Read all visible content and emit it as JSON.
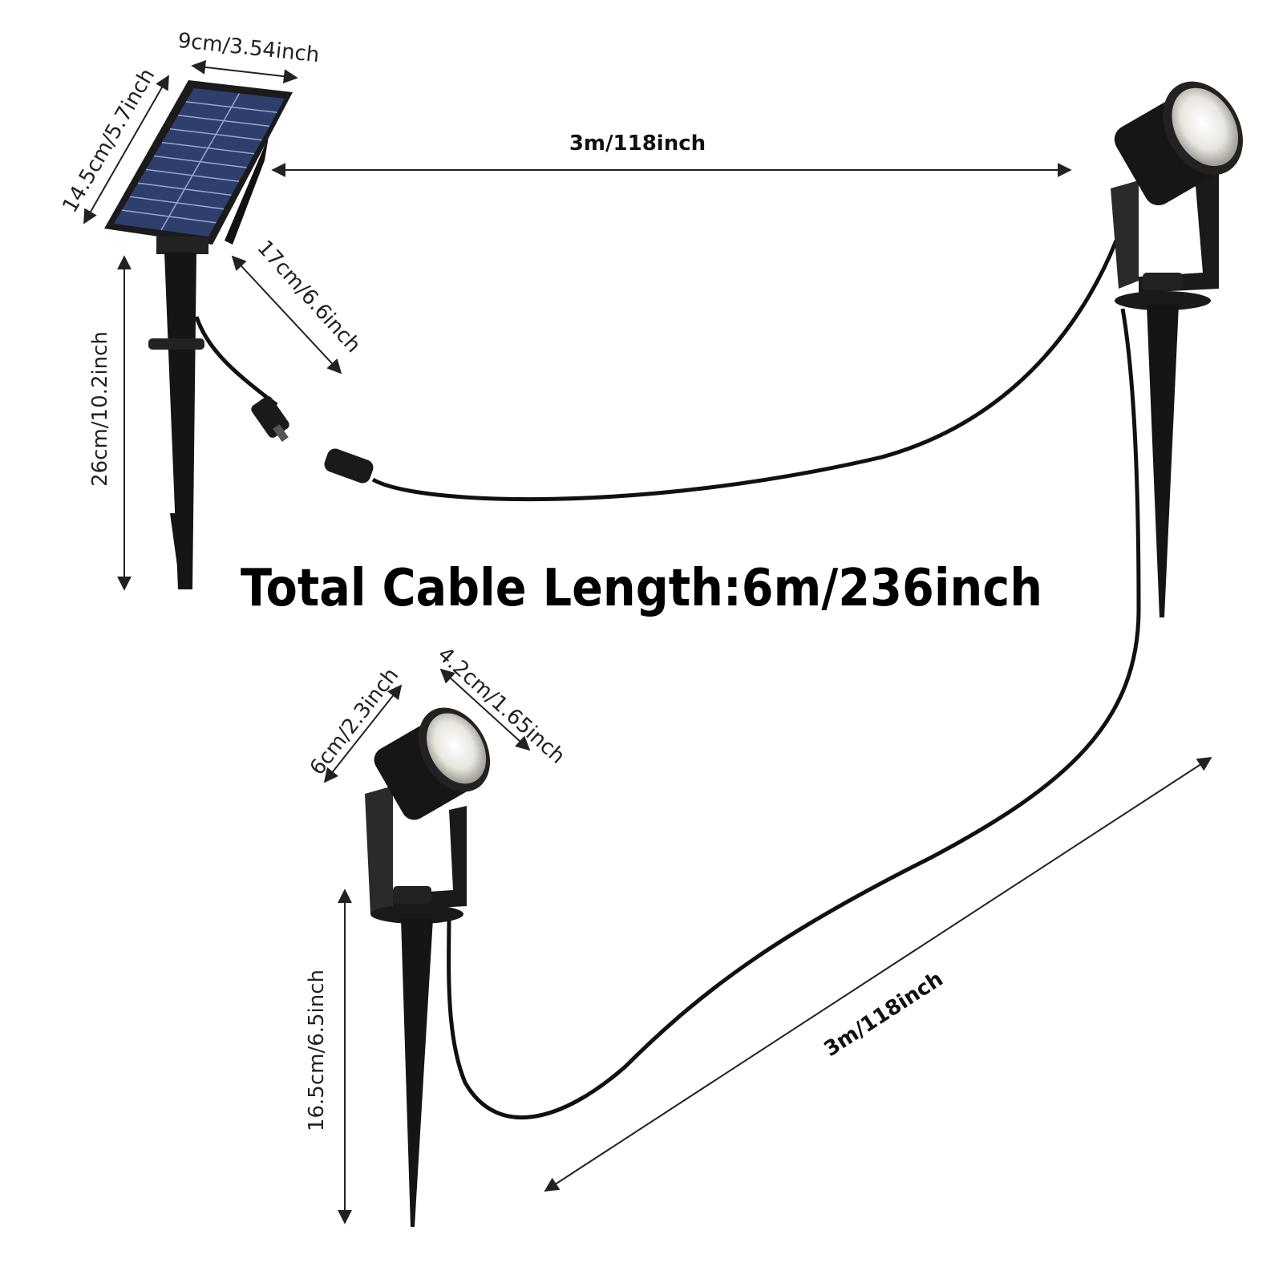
{
  "title": "Total Cable Length:6m/236inch",
  "dimensions": {
    "panel_width": "9cm/3.54inch",
    "panel_height": "14.5cm/5.7inch",
    "panel_to_light_cable": "17cm/6.6inch",
    "panel_stake_height": "26cm/10.2inch",
    "cable_top": "3m/118inch",
    "light_diameter": "6cm/2.3inch",
    "light_length": "4.2cm/1.65inch",
    "light_stake_height": "16.5cm/6.5inch",
    "cable_bottom": "3m/118inch"
  },
  "colors": {
    "product": "#1a1a1a",
    "panel_cell": "#2e3f6e",
    "arrow": "#222222"
  }
}
